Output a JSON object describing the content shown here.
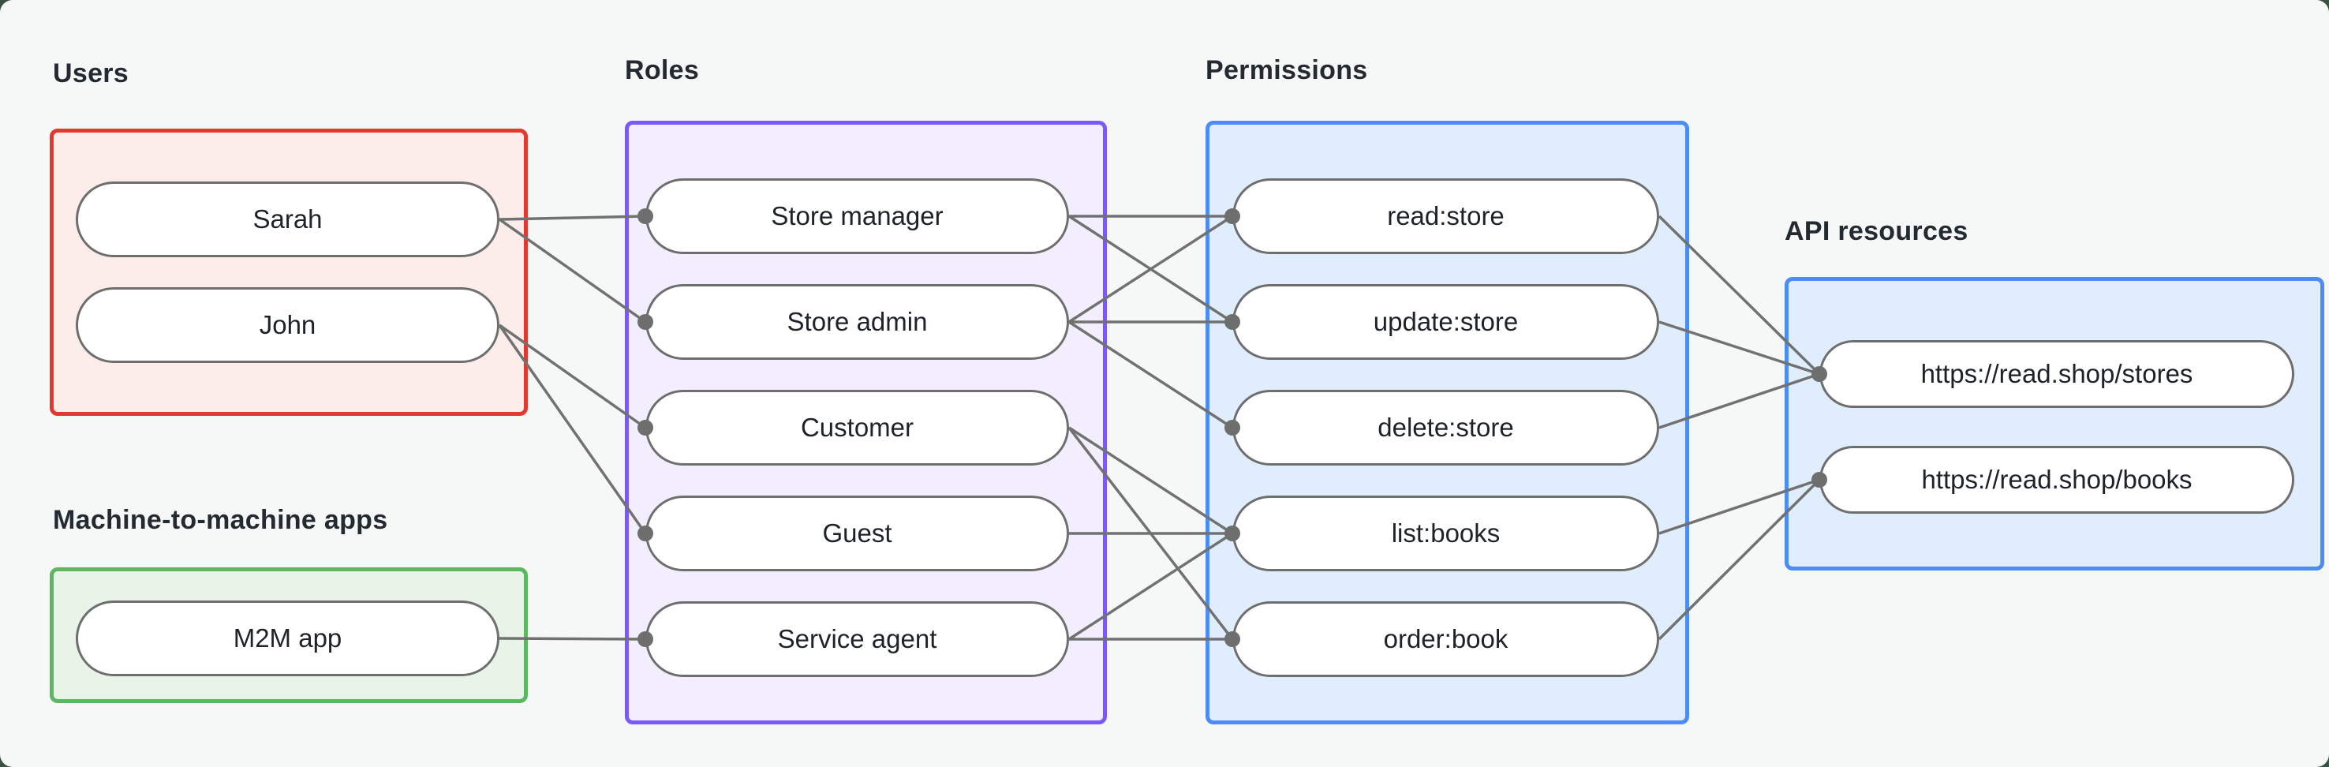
{
  "diagram": {
    "groups": [
      {
        "id": "users",
        "label": "Users"
      },
      {
        "id": "m2m",
        "label": "Machine-to-machine apps"
      },
      {
        "id": "roles",
        "label": "Roles"
      },
      {
        "id": "permissions",
        "label": "Permissions"
      },
      {
        "id": "api",
        "label": "API resources"
      }
    ],
    "nodes": [
      {
        "id": "sarah",
        "group": "users",
        "label": "Sarah"
      },
      {
        "id": "john",
        "group": "users",
        "label": "John"
      },
      {
        "id": "m2m_app",
        "group": "m2m",
        "label": "M2M app"
      },
      {
        "id": "store_manager",
        "group": "roles",
        "label": "Store manager"
      },
      {
        "id": "store_admin",
        "group": "roles",
        "label": "Store admin"
      },
      {
        "id": "customer",
        "group": "roles",
        "label": "Customer"
      },
      {
        "id": "guest",
        "group": "roles",
        "label": "Guest"
      },
      {
        "id": "service_agent",
        "group": "roles",
        "label": "Service agent"
      },
      {
        "id": "read_store",
        "group": "permissions",
        "label": "read:store"
      },
      {
        "id": "update_store",
        "group": "permissions",
        "label": "update:store"
      },
      {
        "id": "delete_store",
        "group": "permissions",
        "label": "delete:store"
      },
      {
        "id": "list_books",
        "group": "permissions",
        "label": "list:books"
      },
      {
        "id": "order_book",
        "group": "permissions",
        "label": "order:book"
      },
      {
        "id": "stores_api",
        "group": "api",
        "label": "https://read.shop/stores"
      },
      {
        "id": "books_api",
        "group": "api",
        "label": "https://read.shop/books"
      }
    ],
    "edges": [
      {
        "from": "sarah",
        "to": "store_manager"
      },
      {
        "from": "sarah",
        "to": "store_admin"
      },
      {
        "from": "john",
        "to": "customer"
      },
      {
        "from": "john",
        "to": "guest"
      },
      {
        "from": "m2m_app",
        "to": "service_agent"
      },
      {
        "from": "store_manager",
        "to": "read_store"
      },
      {
        "from": "store_manager",
        "to": "update_store"
      },
      {
        "from": "store_admin",
        "to": "read_store"
      },
      {
        "from": "store_admin",
        "to": "update_store"
      },
      {
        "from": "store_admin",
        "to": "delete_store"
      },
      {
        "from": "customer",
        "to": "list_books"
      },
      {
        "from": "customer",
        "to": "order_book"
      },
      {
        "from": "guest",
        "to": "list_books"
      },
      {
        "from": "service_agent",
        "to": "list_books"
      },
      {
        "from": "service_agent",
        "to": "order_book"
      }
    ],
    "edges_api": [
      {
        "from": "read_store",
        "to": "stores_api"
      },
      {
        "from": "update_store",
        "to": "stores_api"
      },
      {
        "from": "delete_store",
        "to": "stores_api"
      },
      {
        "from": "list_books",
        "to": "books_api"
      },
      {
        "from": "order_book",
        "to": "books_api"
      }
    ]
  },
  "colors": {
    "page_background": "#3a5243",
    "canvas_background": "#f6f8f7",
    "node_fill": "#ffffff",
    "node_border": "#6e6e6e",
    "node_text": "#1e2329",
    "heading_text": "#242a31",
    "edge": "#717171",
    "edge_dot": "#6e6e6e",
    "groups": {
      "users": {
        "border": "#e03a30",
        "fill": "#fcedeb"
      },
      "m2m": {
        "border": "#5db761",
        "fill": "#e9f4e8"
      },
      "roles": {
        "border": "#7a5af7",
        "fill": "#f3eefd"
      },
      "permissions": {
        "border": "#4b8cf5",
        "fill": "#e0edfc"
      },
      "api": {
        "border": "#4b8cf5",
        "fill": "#e0edfc"
      }
    }
  }
}
